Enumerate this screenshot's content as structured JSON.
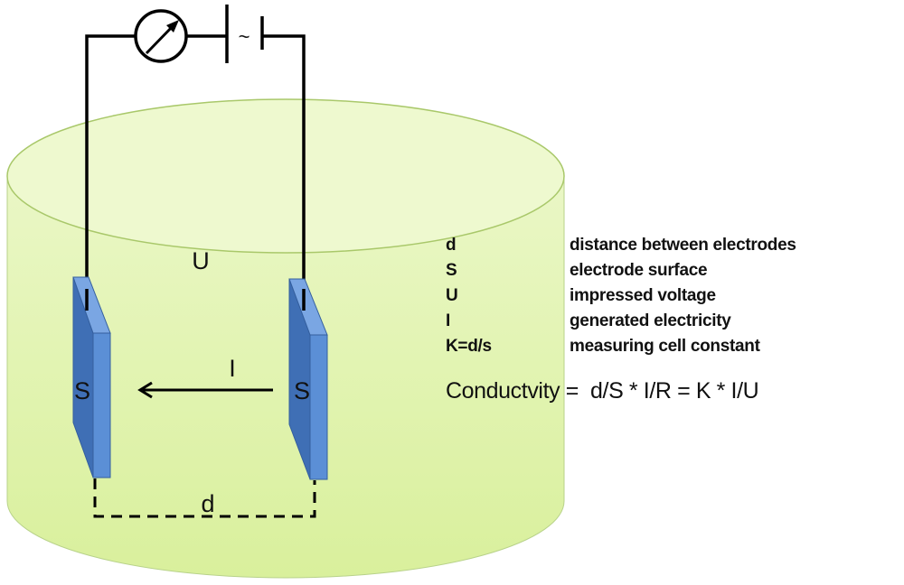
{
  "diagram": {
    "labels": {
      "voltage": "U",
      "current": "I",
      "surface_left": "S",
      "surface_right": "S",
      "distance": "d",
      "source_symbol": "~"
    },
    "legend": [
      {
        "symbol": "d",
        "description": "distance between electrodes"
      },
      {
        "symbol": "S",
        "description": "electrode surface"
      },
      {
        "symbol": "U",
        "description": "impressed voltage"
      },
      {
        "symbol": "I",
        "description": "generated electricity"
      },
      {
        "symbol": "K=d/s",
        "description": "measuring cell constant"
      }
    ],
    "formula": "Conductvity =  d/S * I/R = K * I/U",
    "colors": {
      "liquid": "#e4f5b8",
      "liquid_edge": "#a9c86a",
      "electrode_front": "#5b8fd6",
      "electrode_side": "#3f6fb5",
      "electrode_top": "#7aa6e3",
      "wire": "#000000"
    }
  }
}
